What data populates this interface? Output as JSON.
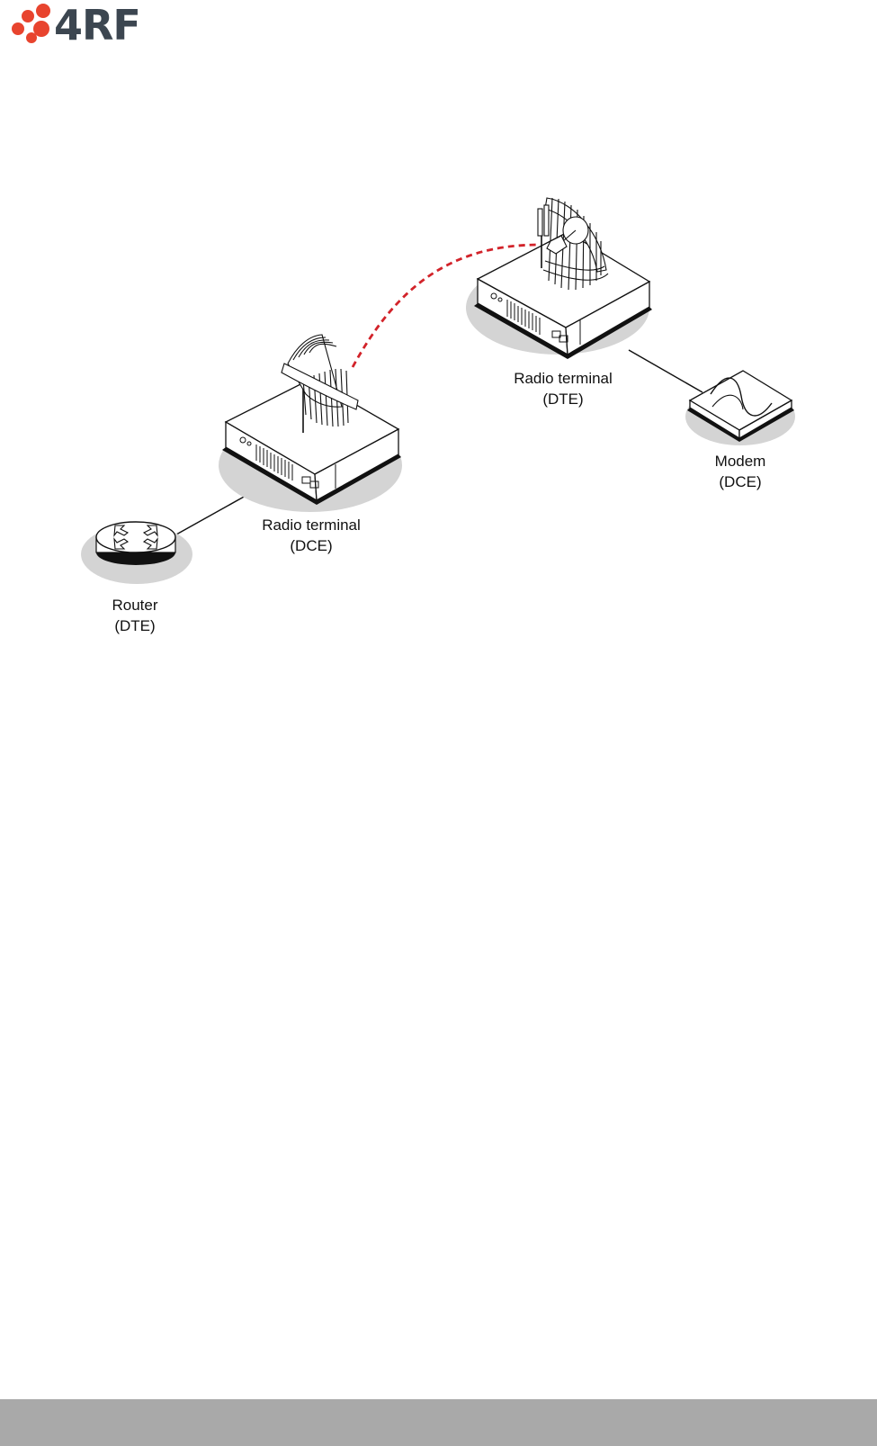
{
  "brand": {
    "name": "4RF",
    "logo_color": "#e8442e",
    "text_color": "#3c4650"
  },
  "diagram": {
    "link_color": "#d2232a",
    "nodes": {
      "router": {
        "name": "Router",
        "role": "(DTE)"
      },
      "radio_dce": {
        "name": "Radio terminal",
        "role": "(DCE)"
      },
      "radio_dte": {
        "name": "Radio terminal",
        "role": "(DTE)"
      },
      "modem": {
        "name": "Modem",
        "role": "(DCE)"
      }
    }
  },
  "footer": {
    "color": "#a9a9a9"
  }
}
